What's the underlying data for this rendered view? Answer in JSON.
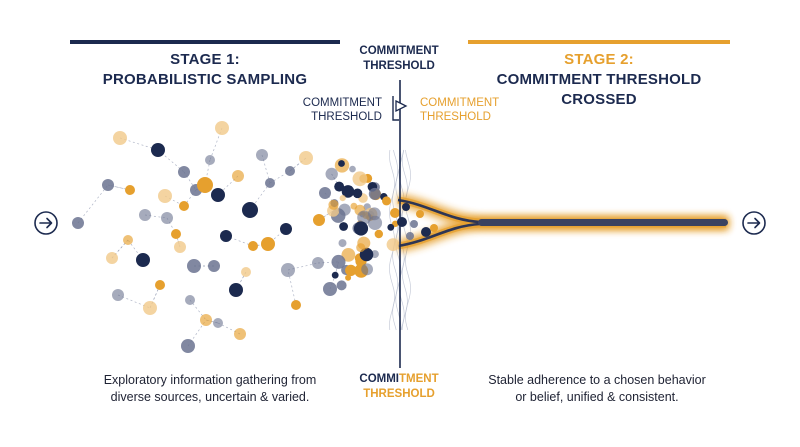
{
  "colors": {
    "navy": "#1c2a4f",
    "gold": "#e6a02e",
    "slate": "#6b7390",
    "light_gold": "#f1c98a"
  },
  "stage1": {
    "title_line1": "STAGE 1:",
    "title_line2": "PROBABILISTIC SAMPLING",
    "description_line1": "Exploratory information gathering from",
    "description_line2": "diverse sources, uncertain & varied."
  },
  "stage2": {
    "title_line1": "STAGE 2:",
    "title_line2": "COMMITMENT THRESHOLD CROSSED",
    "description_line1": "Stable adherence to a chosen behavior",
    "description_line2": "or belief, unified & consistent."
  },
  "threshold": {
    "top_line1": "COMMITMENT",
    "top_line2": "THRESHOLD",
    "left_line1": "COMMITMENT",
    "left_line2": "THRESHOLD",
    "right_line1": "COMMITMENT",
    "right_line2": "THRESHOLD",
    "bottom_part1": "COMMI",
    "bottom_part2": "TMENT",
    "bottom_line2": "THRESHOLD"
  },
  "icons": {
    "left": "arrow-right-circle-icon",
    "right": "arrow-right-circle-icon",
    "gate": "gate-flag-icon"
  }
}
